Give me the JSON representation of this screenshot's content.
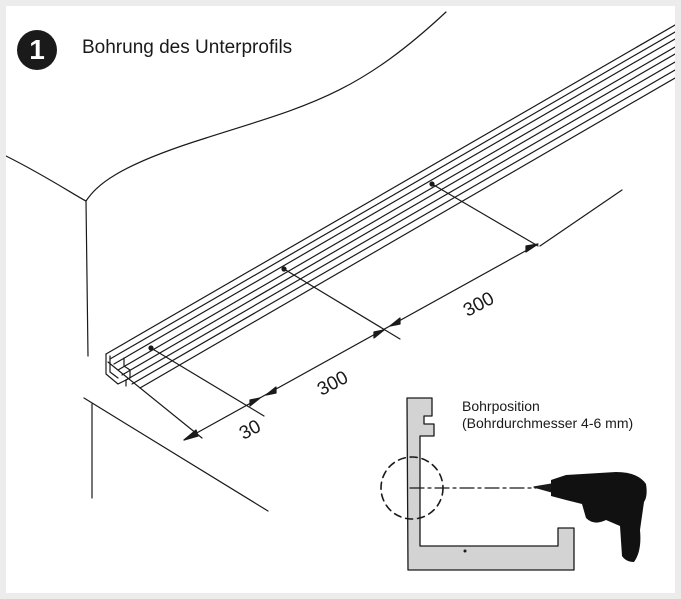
{
  "step": {
    "number": "1",
    "title": "Bohrung des Unterprofils"
  },
  "dimensions": {
    "first": "30",
    "second": "300",
    "third": "300"
  },
  "callout": {
    "label": "Bohrposition",
    "detail": "(Bohrdurchmesser 4-6 mm)"
  }
}
